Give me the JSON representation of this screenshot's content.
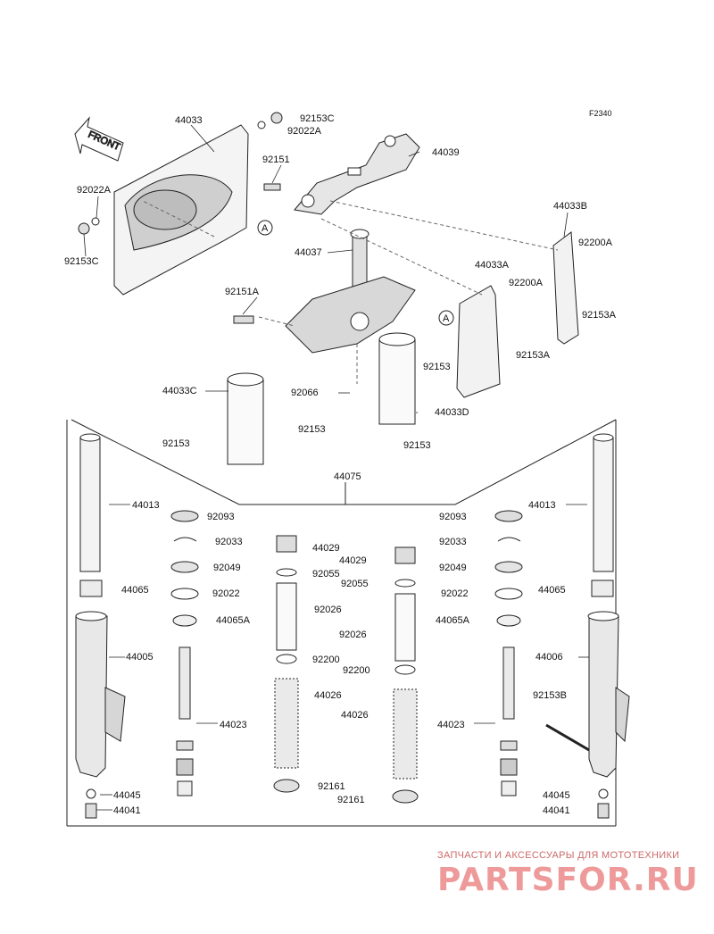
{
  "diagram_code": "F2340",
  "front_label": "FRONT",
  "ref_marker": "A",
  "parts": {
    "p44033": "44033",
    "p92153C_top": "92153C",
    "p92022A_top": "92022A",
    "p44039": "44039",
    "p92151": "92151",
    "p92022A_left": "92022A",
    "p92153C_left": "92153C",
    "p44033B": "44033B",
    "p92200A_r": "92200A",
    "p92153A_r": "92153A",
    "p44037": "44037",
    "p44033A": "44033A",
    "p92200A_m": "92200A",
    "p92153A_m": "92153A",
    "p92151A": "92151A",
    "p92153_center": "92153",
    "p44033C": "44033C",
    "p92066": "92066",
    "p44033D": "44033D",
    "p92153_a": "92153",
    "p92153_b": "92153",
    "p92153_c": "92153",
    "p44075": "44075",
    "p44013_l": "44013",
    "p92093_l": "92093",
    "p92033_l": "92033",
    "p92049_l": "92049",
    "p44065_l": "44065",
    "p92022_l": "92022",
    "p44065A_l": "44065A",
    "p44005": "44005",
    "p44023_l": "44023",
    "p44045_l": "44045",
    "p44041_l": "44041",
    "p44029_c": "44029",
    "p92055_c": "92055",
    "p92026_c": "92026",
    "p92200_c": "92200",
    "p44026_c": "44026",
    "p92161_c": "92161",
    "p44029_r": "44029",
    "p92055_r": "92055",
    "p92026_r": "92026",
    "p92200_r": "92200",
    "p44026_r": "44026",
    "p92161_r": "92161",
    "p44013_r": "44013",
    "p92093_r": "92093",
    "p92033_r": "92033",
    "p92049_r": "92049",
    "p92022_r": "92022",
    "p44065_r": "44065",
    "p44065A_r": "44065A",
    "p44006": "44006",
    "p92153B": "92153B",
    "p44023_r": "44023",
    "p44045_r": "44045",
    "p44041_r": "44041"
  },
  "watermark": {
    "subtitle": "ЗАПЧАСТИ И АКСЕССУАРЫ ДЛЯ МОТОТЕХНИКИ",
    "brand": "PARTSFOR.RU"
  }
}
